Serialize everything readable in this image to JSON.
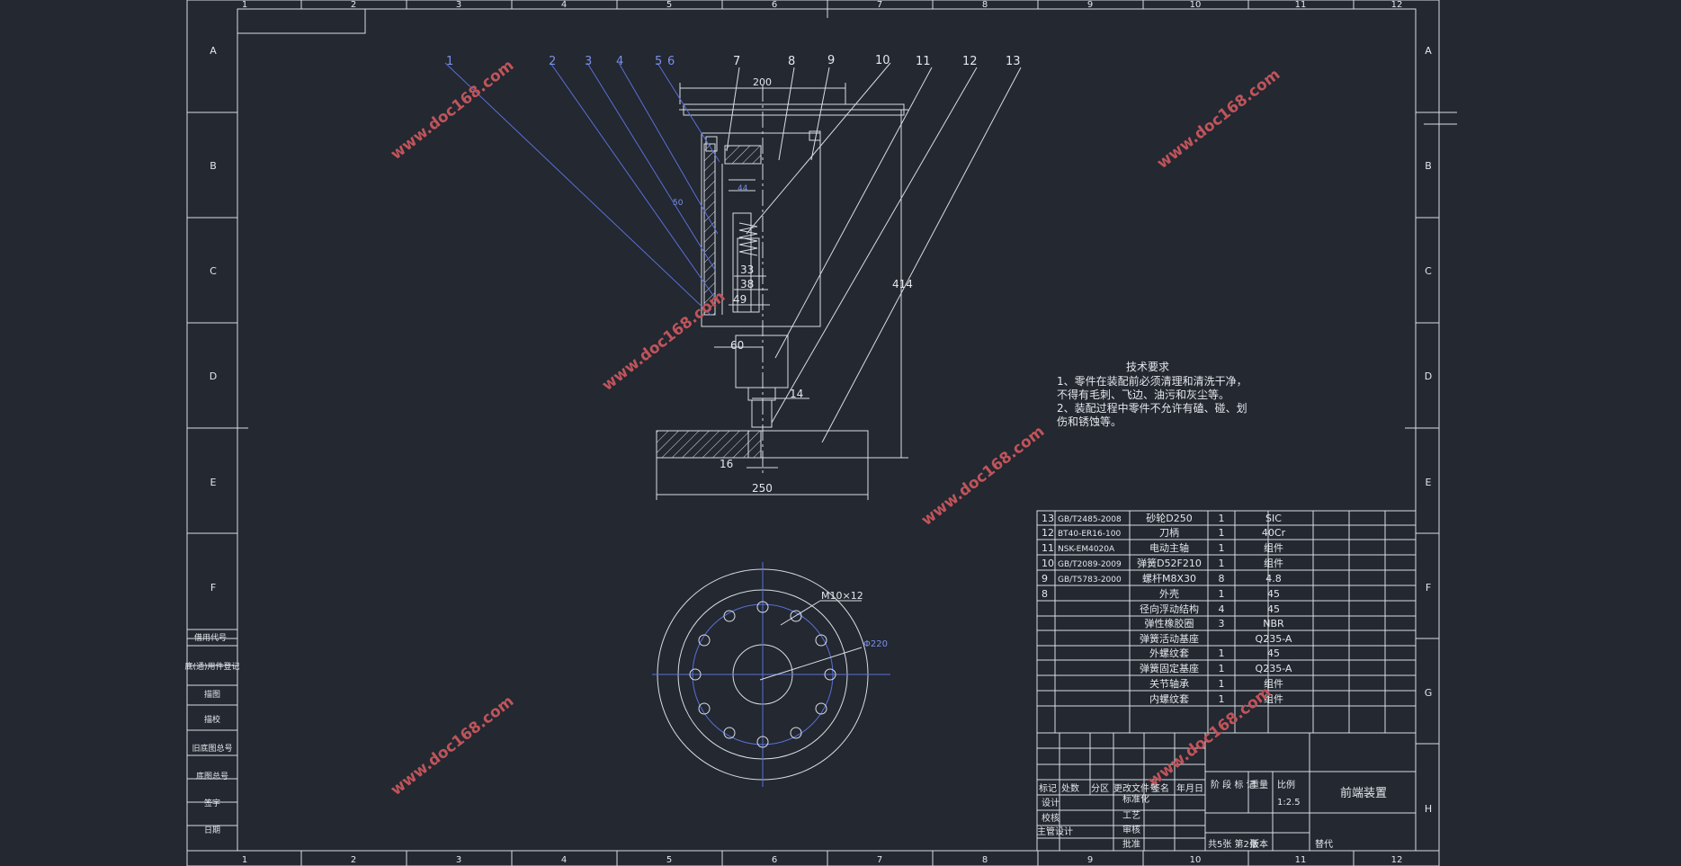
{
  "frame": {
    "columns": [
      "1",
      "2",
      "3",
      "4",
      "5",
      "6",
      "7",
      "8",
      "9",
      "10",
      "11",
      "12"
    ],
    "rows": [
      "A",
      "B",
      "C",
      "D",
      "E",
      "F",
      "G",
      "H"
    ]
  },
  "side_stamp": {
    "labels": [
      "借用代号",
      "底(通)用件登记",
      "描图",
      "描校",
      "旧底图总号",
      "底图总号",
      "签字",
      "日期"
    ]
  },
  "callouts": [
    "1",
    "2",
    "3",
    "4",
    "5",
    "6",
    "7",
    "8",
    "9",
    "10",
    "11",
    "12",
    "13"
  ],
  "dimensions": {
    "top_width": "200",
    "overall_height": "414",
    "d33": "33",
    "d38": "38",
    "d49": "49",
    "d60": "60",
    "d14": "14",
    "d16": "16",
    "base_width": "250",
    "thread": "M10×12",
    "bolt_circle": "Φ220",
    "small_a": "44",
    "small_b": "50"
  },
  "tech_requirements": {
    "title": "技术要求",
    "lines": [
      "1、零件在装配前必须清理和清洗干净，",
      "不得有毛刺、飞边、油污和灰尘等。",
      "2、装配过程中零件不允许有磕、碰、划",
      "伤和锈蚀等。"
    ]
  },
  "bom": [
    {
      "no": "13",
      "code": "GB/T2485-2008",
      "name": "砂轮D250",
      "qty": "1",
      "material": "SIC"
    },
    {
      "no": "12",
      "code": "BT40-ER16-100",
      "name": "刀柄",
      "qty": "1",
      "material": "40Cr"
    },
    {
      "no": "11",
      "code": "NSK-EM4020A",
      "name": "电动主轴",
      "qty": "1",
      "material": "组件"
    },
    {
      "no": "10",
      "code": "GB/T2089-2009",
      "name": "弹簧D52F210",
      "qty": "1",
      "material": "组件"
    },
    {
      "no": "9",
      "code": "GB/T5783-2000",
      "name": "螺杆M8X30",
      "qty": "8",
      "material": "4.8"
    },
    {
      "no": "8",
      "code": "",
      "name": "外壳",
      "qty": "1",
      "material": "45"
    },
    {
      "no": "",
      "code": "",
      "name": "径向浮动结构",
      "qty": "4",
      "material": "45"
    },
    {
      "no": "",
      "code": "",
      "name": "弹性橡胶圈",
      "qty": "3",
      "material": "NBR"
    },
    {
      "no": "",
      "code": "",
      "name": "弹簧活动基座",
      "qty": "",
      "material": "Q235-A"
    },
    {
      "no": "",
      "code": "",
      "name": "外螺纹套",
      "qty": "1",
      "material": "45"
    },
    {
      "no": "",
      "code": "",
      "name": "弹簧固定基座",
      "qty": "1",
      "material": "Q235-A"
    },
    {
      "no": "",
      "code": "",
      "name": "关节轴承",
      "qty": "1",
      "material": "组件"
    },
    {
      "no": "",
      "code": "",
      "name": "内螺纹套",
      "qty": "1",
      "material": "组件"
    }
  ],
  "title_block": {
    "drawing_title": "前端装置",
    "scale_label": "比例",
    "scale": "1:2.5",
    "stage_labels": [
      "阶 段 标 记",
      "重量"
    ],
    "sheets": "共5张 第2张",
    "version_label": "版本",
    "replace_label": "替代",
    "rev_headers": [
      "标记",
      "处数",
      "分区",
      "更改文件号",
      "签名",
      "年月日"
    ],
    "roles": [
      "设计",
      "校核",
      "主管设计"
    ],
    "right_roles": [
      "标准化",
      "工艺",
      "审核",
      "批准"
    ]
  },
  "watermark": "www.doc168.com"
}
